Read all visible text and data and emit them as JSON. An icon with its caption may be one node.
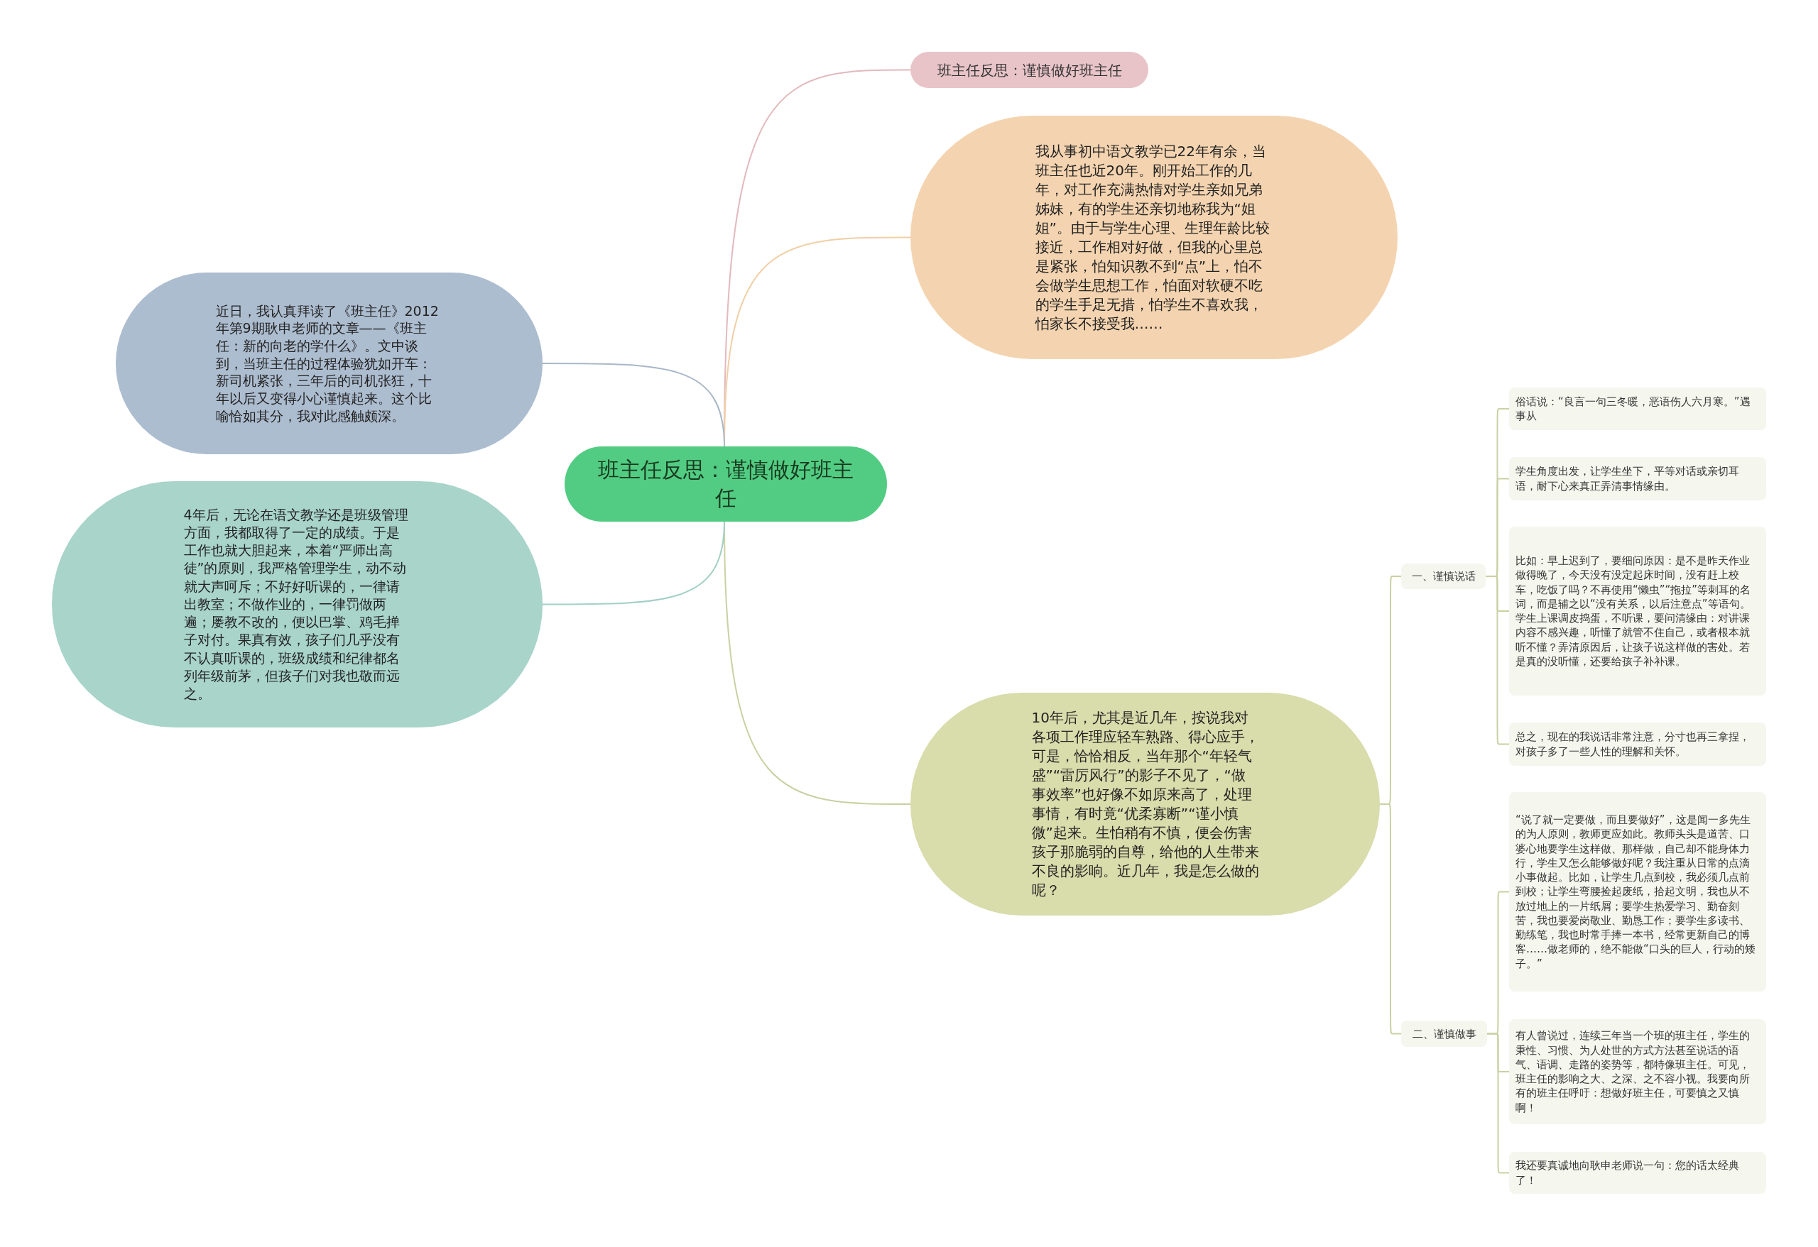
{
  "diagram": {
    "nodes": [
      {
        "text": [
          "班主任反思：谨慎做好班主任"
        ]
      },
      {
        "text": [
          "班主任反思：谨慎做好班主任"
        ]
      },
      {
        "text": [
          "我从事初中语文教学已22年有余，当班主任也近20年。刚开始工作的几年，对工作充满热情对学生亲如兄弟姊妹，有的学生还亲切地称我为“姐姐”。由于与学生心理、生理年龄比较接近，工作相对好做，但我的心里总是紧张，怕知识教不到“点”上，怕不会做学生思想工作，怕面对软硬不吃的学生手足无措，怕学生不喜欢我，怕家长不接受我……"
        ]
      },
      {
        "text": [
          "10年后，尤其是近几年，按说我对各项工作理应轻车熟路、得心应手，可是，恰恰相反，当年那个“年轻气盛”“雷厉风行”的影子不见了，“做事效率”也好像不如原来高了，处理事情，有时竟“优柔寡断”“谨小慎微”起来。生怕稍有不慎，便会伤害孩子那脆弱的自尊，给他的人生带来不良的影响。近几年，我是怎么做的呢？"
        ]
      },
      {
        "text": [
          "一、谨慎说话"
        ]
      },
      {
        "text": [
          "俗话说：“良言一句三冬暖，恶语伤人六月寒。”遇事从"
        ]
      },
      {
        "text": [
          "学生角度出发，让学生坐下，平等对话或亲切耳语，耐下心来真正弄清事情缘由。"
        ]
      },
      {
        "text": [
          "比如：早上迟到了，要细问原因：是不是昨天作业做得晚了，今天没有没定起床时间，没有赶上校车，吃饭了吗？不再使用“懒虫”“拖拉”等刺耳的名词，而是辅之以“没有关系，以后注意点”等语句。学生上课调皮捣蛋，不听课，要问清缘由：对讲课内容不感兴趣，听懂了就管不住自己，或者根本就听不懂？弄清原因后，让孩子说这样做的害处。若是真的没听懂，还要给孩子补补课。"
        ]
      },
      {
        "text": [
          "总之，现在的我说话非常注意，分寸也再三拿捏，对孩子多了一些人性的理解和关怀。"
        ]
      },
      {
        "text": [
          "二、谨慎做事"
        ]
      },
      {
        "text": [
          "“说了就一定要做，而且要做好”，这是闻一多先生的为人原则，教师更应如此。教师头头是道苦、口婆心地要学生这样做、那样做，自己却不能身体力行，学生又怎么能够做好呢？我注重从日常的点滴小事做起。比如，让学生几点到校，我必须几点前到校；让学生弯腰捡起废纸，拾起文明，我也从不放过地上的一片纸屑；要学生热爱学习、勤奋刻苦，我也要爱岗敬业、勤恳工作；要学生多读书、勤练笔，我也时常手捧一本书，经常更新自己的博客……做老师的，绝不能做“口头的巨人，行动的矮子。”"
        ]
      },
      {
        "text": [
          "有人曾说过，连续三年当一个班的班主任，学生的秉性、习惯、为人处世的方式方法甚至说话的语气、语调、走路的姿势等，都特像班主任。可见，班主任的影响之大、之深、之不容小视。我要向所有的班主任呼吁：想做好班主任，可要慎之又慎啊！"
        ]
      },
      {
        "text": [
          "我还要真诚地向耿申老师说一句：您的话太经典了！"
        ]
      },
      {
        "text": [
          "近日，我认真拜读了《班主任》2012年第9期耿申老师的文章——《班主任：新的向老的学什么》。文中谈到，当班主任的过程体验犹如开车：新司机紧张，三年后的司机张狂，十年以后又变得小心谨慎起来。这个比喻恰如其分，我对此感触颇深。"
        ]
      },
      {
        "text": [
          "4年后，无论在语文教学还是班级管理方面，我都取得了一定的成绩。于是工作也就大胆起来，本着“严师出高徒”的原则，我严格管理学生，动不动就大声呵斥；不好好听课的，一律请出教室；不做作业的，一律罚做两遍；屡教不改的，便以巴掌、鸡毛掸子对付。果真有效，孩子们几乎没有不认真听课的，班级成绩和纪律都名列年级前茅，但孩子们对我也敬而远之。"
        ]
      }
    ],
    "edges": [
      {
        "from": 0,
        "to": 1,
        "arrow": "none",
        "color": "#e3b9bd"
      },
      {
        "from": 0,
        "to": 2,
        "arrow": "none",
        "color": "#f0cfa6"
      },
      {
        "from": 0,
        "to": 3,
        "arrow": "none"
      },
      {
        "from": 0,
        "to": 13,
        "arrow": "none",
        "color": "#a9b8c9"
      },
      {
        "from": 0,
        "to": 14,
        "arrow": "none",
        "color": "#a3d0c5"
      },
      {
        "from": 3,
        "to": 4,
        "arrow": "none"
      },
      {
        "from": 3,
        "to": 9,
        "arrow": "none"
      },
      {
        "from": 4,
        "to": 5,
        "arrow": "none"
      },
      {
        "from": 4,
        "to": 6,
        "arrow": "none"
      },
      {
        "from": 4,
        "to": 7,
        "arrow": "none"
      },
      {
        "from": 4,
        "to": 8,
        "arrow": "none"
      },
      {
        "from": 9,
        "to": 10,
        "arrow": "none"
      },
      {
        "from": 9,
        "to": 11,
        "arrow": "none"
      },
      {
        "from": 9,
        "to": 12,
        "arrow": "none"
      }
    ]
  }
}
